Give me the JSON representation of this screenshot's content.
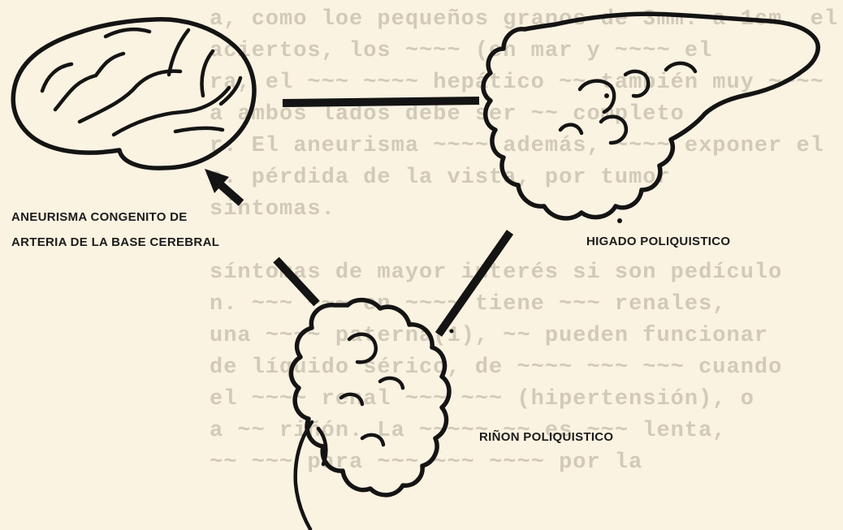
{
  "labels": {
    "brain_line1": "ANEURISMA  CONGENITO DE",
    "brain_line2": "ARTERIA DE LA BASE CEREBRAL",
    "liver": "HIGADO POLIQUISTICO",
    "kidney": "RIÑON POLIQUISTICO"
  },
  "background_text": [
    "a, como loe pequeños granos de 3mm. a 1cm. el",
    "aciertos, los ~~~~ (en mar y ~~~~ el",
    "ra, el ~~~ ~~~~ hepático ~~ también muy ~~~~",
    "a ambos lados debe ser ~~ completo",
    "r. El aneurisma ~~~~ además, ~~~~ exponer el",
    "a. pérdida de la vista, por tumor",
    "sintomas.",
    "",
    "síntomas de mayor interés si son   pedículo",
    "n. ~~~ ~~~ en ~~~~ tiene ~~~ renales,",
    "una ~~~~ paterna(1), ~~ pueden funcionar",
    "de líquido sérico, de ~~~~ ~~~ ~~~ cuando",
    "el ~~~~ renal ~~~ ~~~ (hipertensión), o",
    "a ~~ riñón. La ~~~~~ ~~ es ~~~ lenta,",
    "~~ ~~~ para ~~~ ~~~ ~~~~ por la"
  ]
}
